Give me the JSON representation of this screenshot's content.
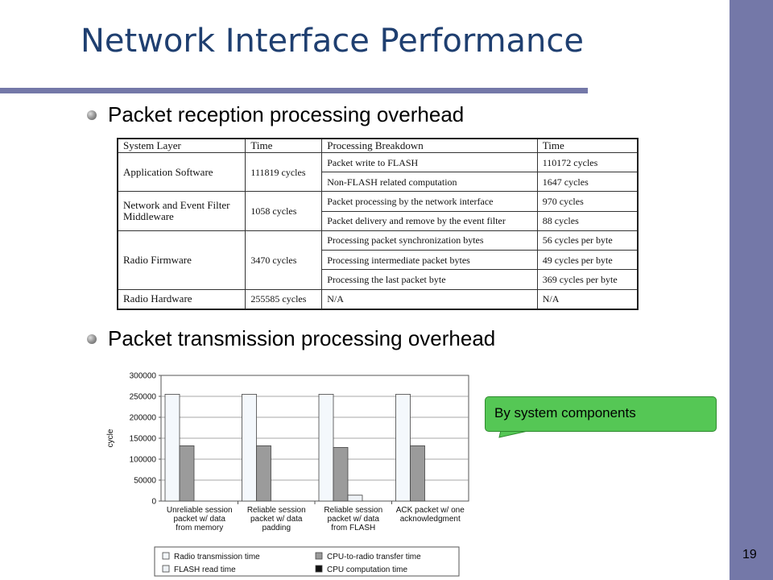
{
  "slide": {
    "title": "Network Interface Performance",
    "page_number": "19"
  },
  "bullets": [
    "Packet reception processing overhead",
    "Packet transmission processing overhead"
  ],
  "table": {
    "headers": [
      "System Layer",
      "Time",
      "Processing Breakdown",
      "Time"
    ],
    "groups": [
      {
        "layer": "Application Software",
        "time": "111819 cycles",
        "rows": [
          {
            "item": "Packet write to FLASH",
            "time": "110172 cycles"
          },
          {
            "item": "Non-FLASH related computation",
            "time": "1647 cycles"
          }
        ]
      },
      {
        "layer": "Network and Event Filter Middleware",
        "time": "1058 cycles",
        "rows": [
          {
            "item": "Packet processing by the network interface",
            "time": "970 cycles"
          },
          {
            "item": "Packet delivery and remove by the event filter",
            "time": "88 cycles"
          }
        ]
      },
      {
        "layer": "Radio Firmware",
        "time": "3470 cycles",
        "rows": [
          {
            "item": "Processing packet synchronization bytes",
            "time": "56 cycles per byte"
          },
          {
            "item": "Processing intermediate packet bytes",
            "time": "49 cycles per byte"
          },
          {
            "item": "Processing the last packet byte",
            "time": "369 cycles per byte"
          }
        ]
      },
      {
        "layer": "Radio Hardware",
        "time": "255585 cycles",
        "rows": [
          {
            "item": "N/A",
            "time": "N/A"
          }
        ]
      }
    ]
  },
  "callout": {
    "text": "By system components",
    "color": "#55c755"
  },
  "chart_data": {
    "type": "bar",
    "ylabel": "cycle",
    "ylim": [
      0,
      300000
    ],
    "yticks": [
      0,
      50000,
      100000,
      150000,
      200000,
      250000,
      300000
    ],
    "grid": true,
    "legend_position": "bottom",
    "categories": [
      [
        "Unreliable session",
        "packet w/ data",
        "from memory"
      ],
      [
        "Reliable session",
        "packet w/ data",
        "padding"
      ],
      [
        "Reliable session",
        "packet w/ data",
        "from FLASH"
      ],
      [
        "ACK packet w/ one",
        "acknowledgment"
      ]
    ],
    "series": [
      {
        "name": "Radio transmission time",
        "color": "#f4f8fc",
        "values": [
          255000,
          255000,
          255000,
          255000
        ]
      },
      {
        "name": "CPU-to-radio transfer time",
        "color": "#9b9b9b",
        "values": [
          132000,
          132000,
          128000,
          132000
        ]
      },
      {
        "name": "FLASH read time",
        "color": "#eef2f6",
        "values": [
          0,
          0,
          14000,
          0
        ]
      },
      {
        "name": "CPU computation time",
        "color": "#111111",
        "values": [
          0,
          0,
          0,
          0
        ]
      }
    ]
  }
}
